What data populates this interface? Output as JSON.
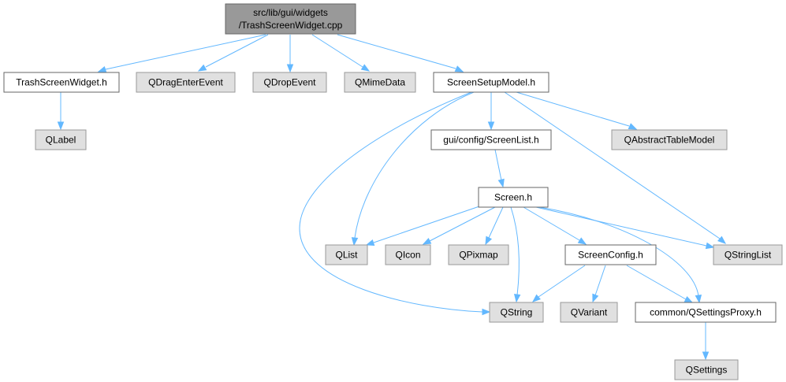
{
  "colors": {
    "root_fill": "#999999",
    "root_stroke": "#666666",
    "file_fill": "#ffffff",
    "file_stroke": "#666666",
    "external_fill": "#e0e0e0",
    "external_stroke": "#999999",
    "edge": "#63b8ff"
  },
  "nodes": [
    {
      "id": "root",
      "kind": "root",
      "lines": [
        "src/lib/gui/widgets",
        "/TrashScreenWidget.cpp"
      ]
    },
    {
      "id": "trashscreenwidget_h",
      "kind": "file",
      "lines": [
        "TrashScreenWidget.h"
      ]
    },
    {
      "id": "qdragenterevent",
      "kind": "external",
      "lines": [
        "QDragEnterEvent"
      ]
    },
    {
      "id": "qdropevent",
      "kind": "external",
      "lines": [
        "QDropEvent"
      ]
    },
    {
      "id": "qmimedata",
      "kind": "external",
      "lines": [
        "QMimeData"
      ]
    },
    {
      "id": "screensetupmodel_h",
      "kind": "file",
      "lines": [
        "ScreenSetupModel.h"
      ]
    },
    {
      "id": "qlabel",
      "kind": "external",
      "lines": [
        "QLabel"
      ]
    },
    {
      "id": "screenlist_h",
      "kind": "file",
      "lines": [
        "gui/config/ScreenList.h"
      ]
    },
    {
      "id": "qabstracttablemodel",
      "kind": "external",
      "lines": [
        "QAbstractTableModel"
      ]
    },
    {
      "id": "screen_h",
      "kind": "file",
      "lines": [
        "Screen.h"
      ]
    },
    {
      "id": "qlist",
      "kind": "external",
      "lines": [
        "QList"
      ]
    },
    {
      "id": "qicon",
      "kind": "external",
      "lines": [
        "QIcon"
      ]
    },
    {
      "id": "qpixmap",
      "kind": "external",
      "lines": [
        "QPixmap"
      ]
    },
    {
      "id": "screenconfig_h",
      "kind": "file",
      "lines": [
        "ScreenConfig.h"
      ]
    },
    {
      "id": "qstringlist",
      "kind": "external",
      "lines": [
        "QStringList"
      ]
    },
    {
      "id": "qstring",
      "kind": "external",
      "lines": [
        "QString"
      ]
    },
    {
      "id": "qvariant",
      "kind": "external",
      "lines": [
        "QVariant"
      ]
    },
    {
      "id": "qsettingsproxy_h",
      "kind": "file",
      "lines": [
        "common/QSettingsProxy.h"
      ]
    },
    {
      "id": "qsettings",
      "kind": "external",
      "lines": [
        "QSettings"
      ]
    }
  ],
  "edges": [
    {
      "from": "root",
      "to": "trashscreenwidget_h"
    },
    {
      "from": "root",
      "to": "qdragenterevent"
    },
    {
      "from": "root",
      "to": "qdropevent"
    },
    {
      "from": "root",
      "to": "qmimedata"
    },
    {
      "from": "root",
      "to": "screensetupmodel_h"
    },
    {
      "from": "trashscreenwidget_h",
      "to": "qlabel"
    },
    {
      "from": "screensetupmodel_h",
      "to": "screenlist_h"
    },
    {
      "from": "screensetupmodel_h",
      "to": "qabstracttablemodel"
    },
    {
      "from": "screensetupmodel_h",
      "to": "qlist"
    },
    {
      "from": "screensetupmodel_h",
      "to": "qstring"
    },
    {
      "from": "screensetupmodel_h",
      "to": "qstringlist"
    },
    {
      "from": "screenlist_h",
      "to": "screen_h"
    },
    {
      "from": "screen_h",
      "to": "qlist"
    },
    {
      "from": "screen_h",
      "to": "qicon"
    },
    {
      "from": "screen_h",
      "to": "qpixmap"
    },
    {
      "from": "screen_h",
      "to": "qstring"
    },
    {
      "from": "screen_h",
      "to": "screenconfig_h"
    },
    {
      "from": "screen_h",
      "to": "qstringlist"
    },
    {
      "from": "screen_h",
      "to": "qsettingsproxy_h"
    },
    {
      "from": "screenconfig_h",
      "to": "qstring"
    },
    {
      "from": "screenconfig_h",
      "to": "qvariant"
    },
    {
      "from": "screenconfig_h",
      "to": "qsettingsproxy_h"
    },
    {
      "from": "qsettingsproxy_h",
      "to": "qsettings"
    }
  ]
}
